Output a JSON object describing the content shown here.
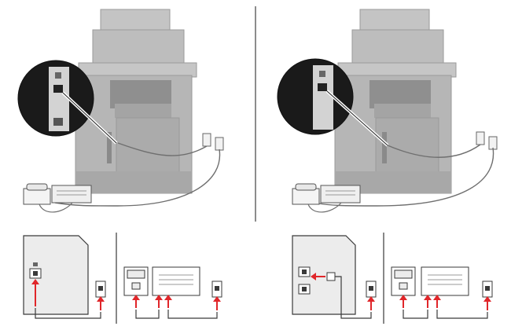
{
  "colors": {
    "printer_body": "#b8b8b8",
    "printer_dark": "#8f8f8f",
    "printer_shadow": "#a4a4a4",
    "callout_fill": "#1a1a1a",
    "cable": "#6f6f6f",
    "arrow": "#e0262a",
    "line_art": "#3a3a3a",
    "panel_fill": "#ececec",
    "divider": "#404040"
  },
  "panels": [
    {
      "side": "left",
      "port_labels": [
        "line-port"
      ],
      "extra_port": true,
      "fax_direct": false
    },
    {
      "side": "right",
      "port_labels": [
        "line-port"
      ],
      "extra_port": false,
      "fax_direct": true
    }
  ],
  "icons": {
    "printer": "mfp-printer-icon",
    "phone": "telephone-icon",
    "answering_machine": "answering-machine-icon",
    "wall_jack": "wall-jack-icon"
  }
}
